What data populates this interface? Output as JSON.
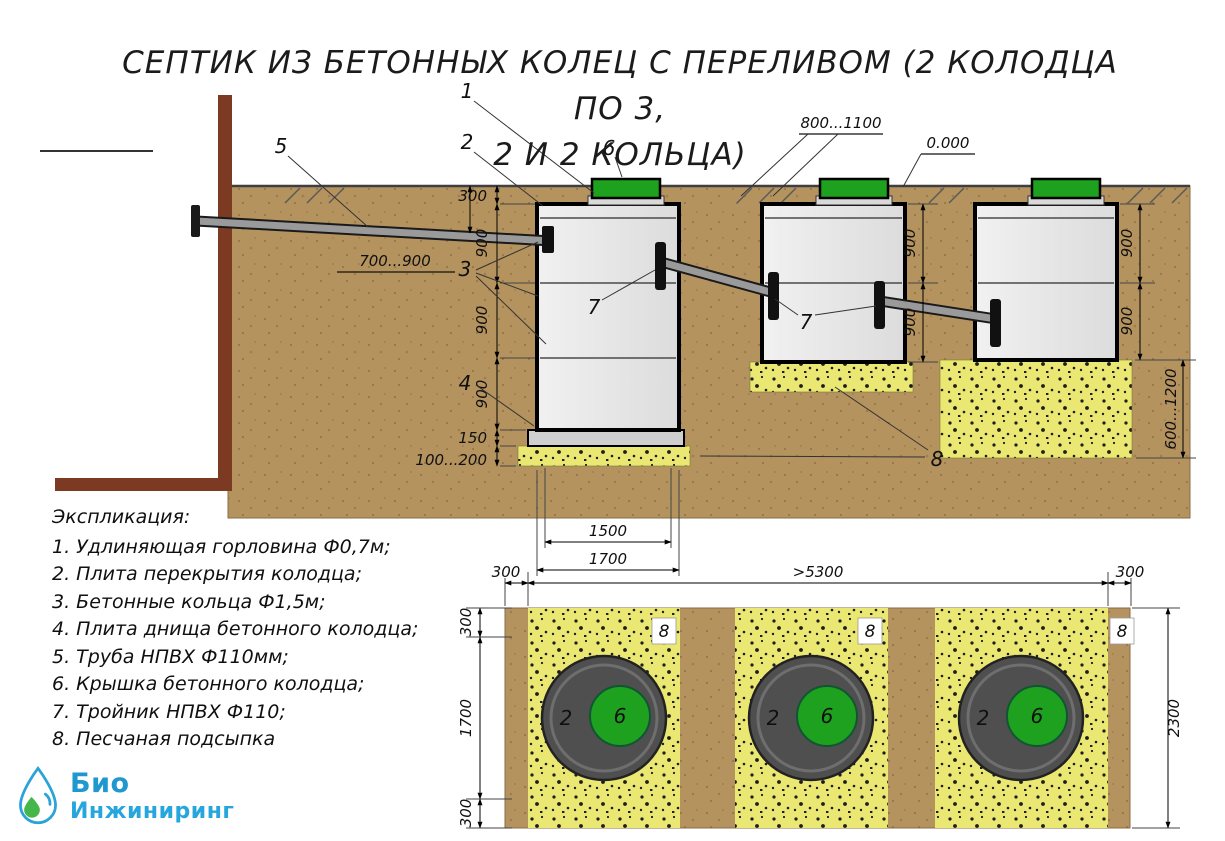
{
  "title": {
    "line1": "СЕПТИК ИЗ БЕТОННЫХ КОЛЕЦ С ПЕРЕЛИВОМ (2 КОЛОДЦА ПО 3,",
    "line2": "2 И 2 КОЛЬЦА)"
  },
  "legend": {
    "heading": "Экспликация:",
    "items": [
      "1. Удлиняющая горловина Ф0,7м;",
      "2. Плита перекрытия колодца;",
      "3. Бетонные кольца Ф1,5м;",
      "4. Плита днища бетонного колодца;",
      "5. Труба НПВХ Ф110мм;",
      "6. Крышка бетонного колодца;",
      "7. Тройник НПВХ Ф110;",
      "8. Песчаная подсыпка"
    ]
  },
  "section": {
    "callouts": {
      "c1": "1",
      "c2": "2",
      "c3": "3",
      "c4": "4",
      "c5": "5",
      "c6": "6",
      "c7a": "7",
      "c7b": "7",
      "c8": "8"
    },
    "dims": {
      "burial": "300",
      "ring1": "900",
      "ring2": "900",
      "ring3": "900",
      "slab": "150",
      "bedding": "100...200",
      "pipe_depth": "700...900",
      "inner_d": "1500",
      "outer_d": "1700",
      "spacing": "800...1100",
      "level": "0.000",
      "w2r1": "900",
      "w2r2": "900",
      "w3r1": "900",
      "w3r2": "900",
      "sand_depth": "600...1200"
    }
  },
  "plan": {
    "dims": {
      "margin_left": "300",
      "span": ">5300",
      "margin_right": "300",
      "left_top": "300",
      "left_mid": "1700",
      "left_bot": "300",
      "total": "2300"
    },
    "labels": {
      "sand1": "8",
      "sand2": "8",
      "sand3": "8",
      "ring1": "2",
      "ring2": "2",
      "ring3": "2",
      "cover1": "6",
      "cover2": "6",
      "cover3": "6"
    }
  },
  "logo": {
    "line1": "Био",
    "line2": "Инжиниринг"
  },
  "colors": {
    "soil": "#b5935f",
    "sand": "#eae873",
    "well_fill": "#e9e9e9",
    "cover_green": "#1ea11e",
    "wall": "#7c3a22",
    "plan_ring": "#4f4f4f",
    "logo_blue": "#27a6dd"
  }
}
